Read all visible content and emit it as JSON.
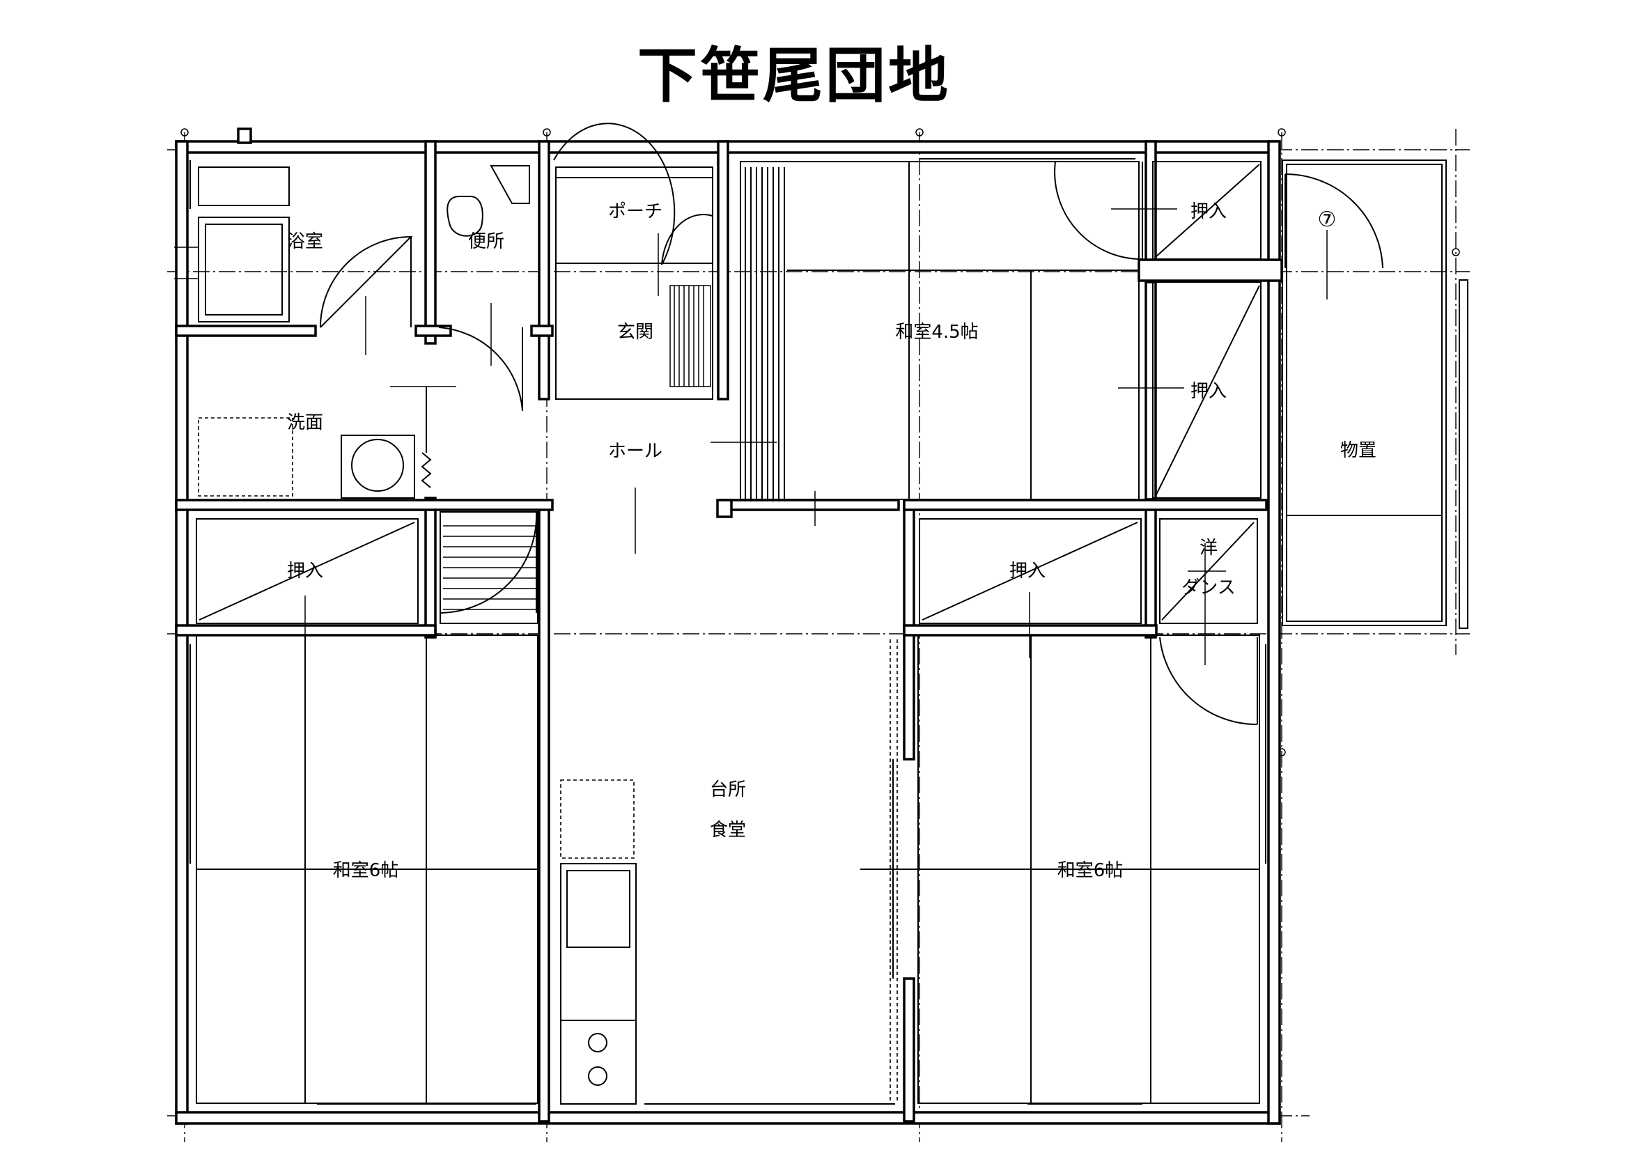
{
  "title": "下笹尾団地",
  "rooms": {
    "bath": "浴室",
    "toilet": "便所",
    "porch": "ポーチ",
    "entrance": "玄関",
    "washroom": "洗面",
    "hall": "ホール",
    "japanese_45": "和室4.5帖",
    "oshiire_top_right": "押入",
    "oshiire_mid_right": "押入",
    "storage": "物置",
    "storage_number": "⑦",
    "oshiire_left": "押入",
    "oshiire_center": "押入",
    "wardrobe_line1": "洋",
    "wardrobe_line2": "ダンス",
    "kitchen_line1": "台所",
    "kitchen_line2": "食堂",
    "japanese_6_left": "和室6帖",
    "japanese_6_right": "和室6帖"
  }
}
